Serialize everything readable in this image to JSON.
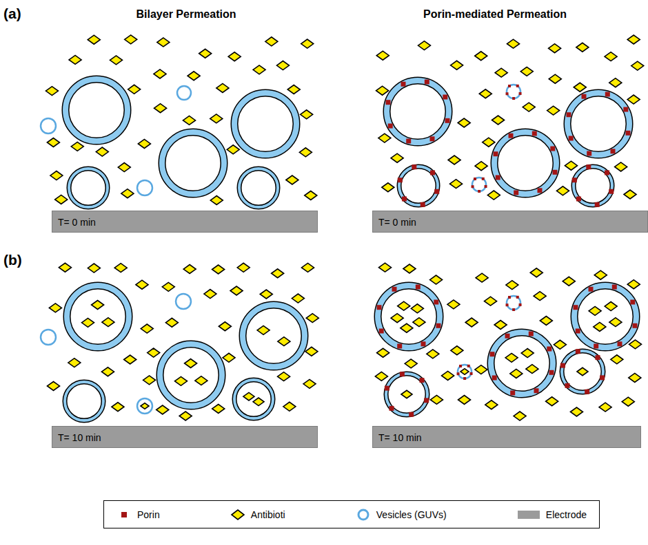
{
  "diagram": {
    "nodes": [
      {
        "text": [
          "T= 0 min"
        ]
      },
      {
        "text": [
          "T= 0 min"
        ]
      },
      {
        "text": [
          "T= 10 min"
        ]
      },
      {
        "text": [
          "T= 10 min"
        ]
      }
    ],
    "labels": [
      "(a)",
      "Bilayer Permeation",
      "Porin-mediated Permeation",
      "(b)"
    ],
    "legend": [
      {
        "text": "Porin",
        "color": "#a31515"
      },
      {
        "text": "Antibioti"
      },
      {
        "text": "Vesicles (GUVs)"
      },
      {
        "text": "Electrode",
        "color": "#9b9b9b"
      }
    ]
  }
}
